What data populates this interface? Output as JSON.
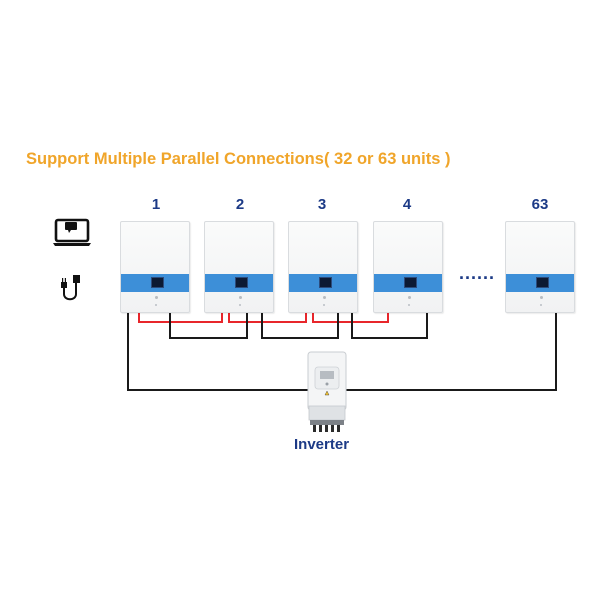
{
  "title": "Support Multiple Parallel Connections( 32 or 63 units )",
  "units": [
    {
      "number": "1"
    },
    {
      "number": "2"
    },
    {
      "number": "3"
    },
    {
      "number": "4"
    },
    {
      "number": "63"
    }
  ],
  "ellipsis": "......",
  "inverter_label": "Inverter",
  "colors": {
    "title": "#f0a52a",
    "labels": "#1c3a86",
    "band": "#3d8fd8",
    "red_wire": "#e8262b",
    "black_wire": "#1a1a1a"
  },
  "icons": [
    "laptop-icon",
    "cable-plug-icon"
  ]
}
